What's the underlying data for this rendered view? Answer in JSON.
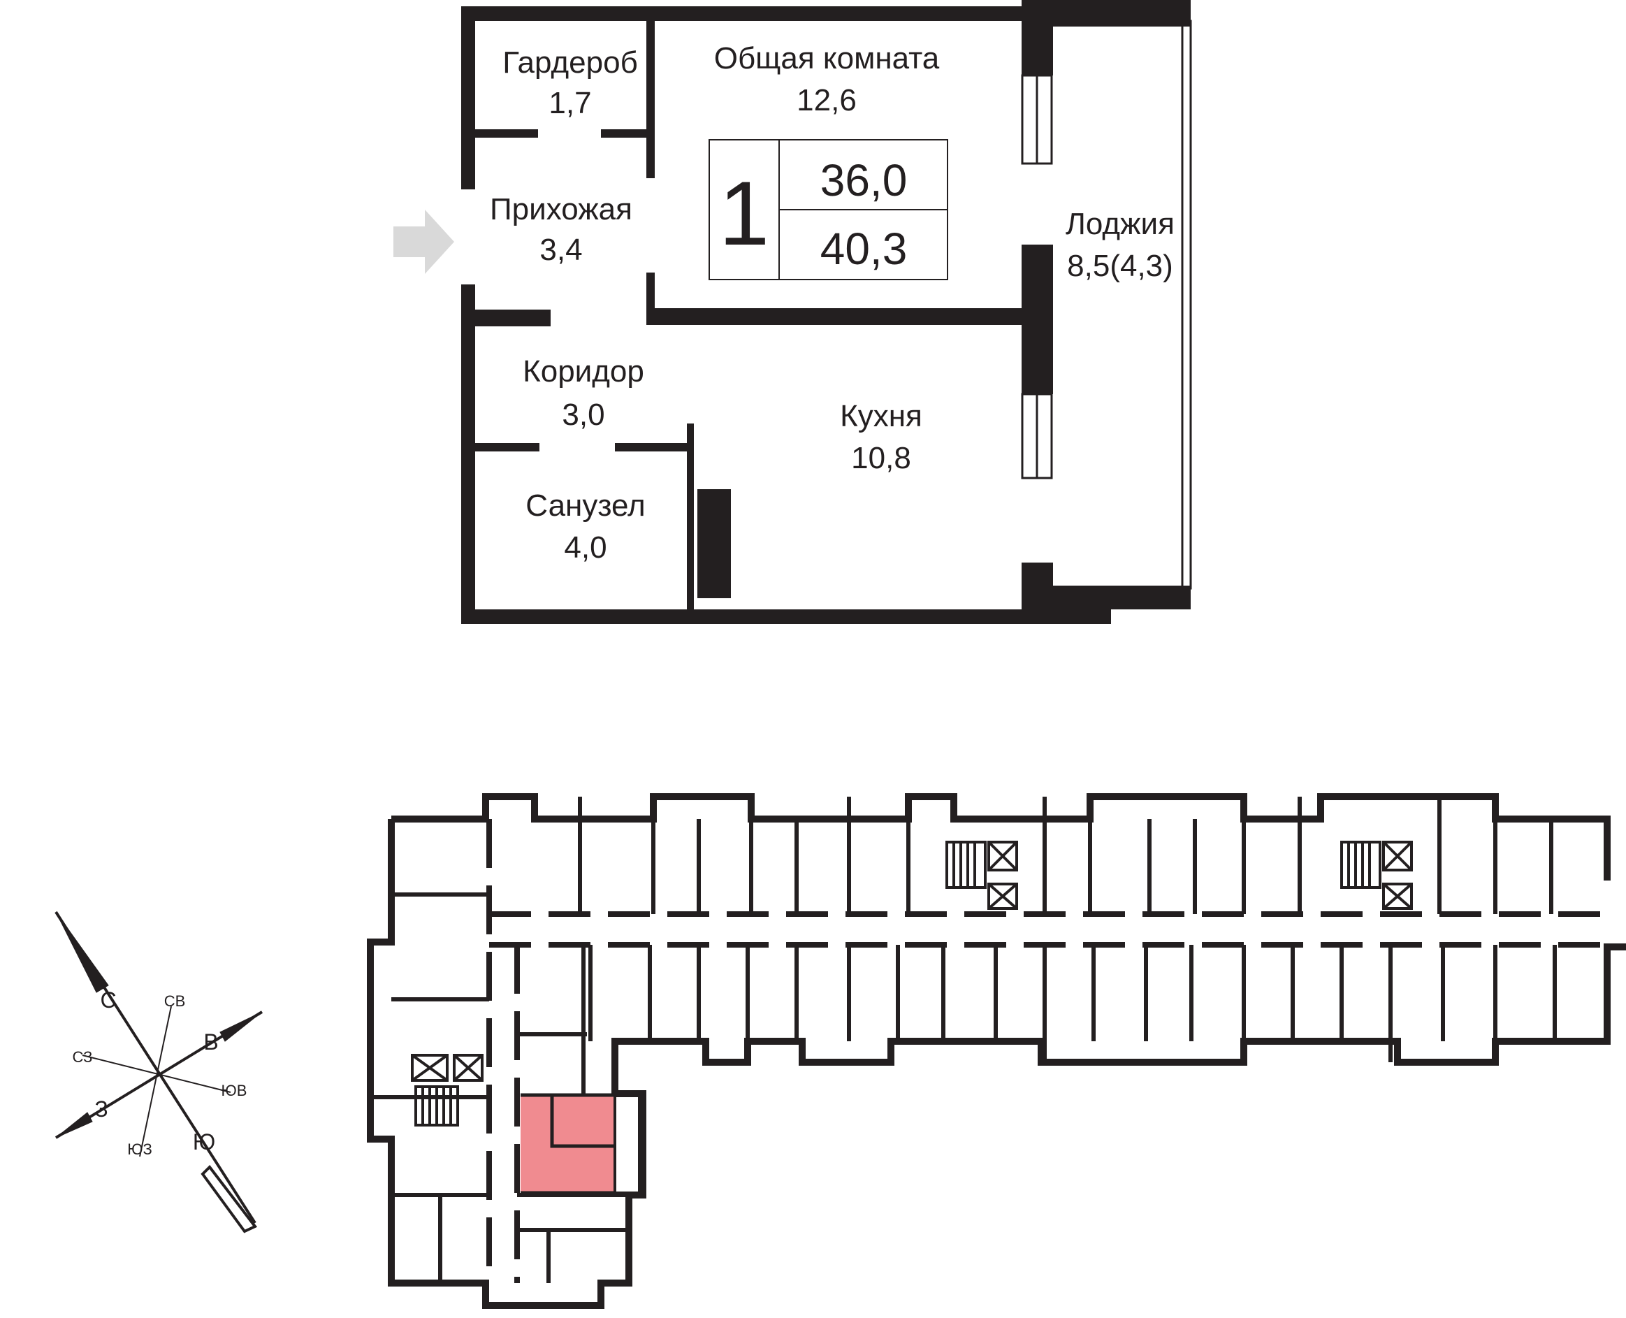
{
  "apartment": {
    "rooms_count": "1",
    "living_area": "36,0",
    "total_area": "40,3"
  },
  "rooms": [
    {
      "id": "wardrobe",
      "name": "Гардероб",
      "area": "1,7"
    },
    {
      "id": "living-room",
      "name": "Общая комната",
      "area": "12,6"
    },
    {
      "id": "hallway",
      "name": "Прихожая",
      "area": "3,4"
    },
    {
      "id": "loggia",
      "name": "Лоджия",
      "area": "8,5(4,3)"
    },
    {
      "id": "corridor",
      "name": "Коридор",
      "area": "3,0"
    },
    {
      "id": "kitchen",
      "name": "Кухня",
      "area": "10,8"
    },
    {
      "id": "bathroom",
      "name": "Санузел",
      "area": "4,0"
    }
  ],
  "compass": {
    "n": "С",
    "ne": "СВ",
    "e": "В",
    "se": "ЮВ",
    "s": "Ю",
    "sw": "ЮЗ",
    "w": "З",
    "nw": "СЗ"
  },
  "colors": {
    "wall": "#231f20",
    "highlight": "#f08b90",
    "entrance_arrow": "#d9d9d9"
  },
  "icons": {
    "entrance": "entrance-arrow-icon",
    "compass": "compass-rose-icon"
  }
}
